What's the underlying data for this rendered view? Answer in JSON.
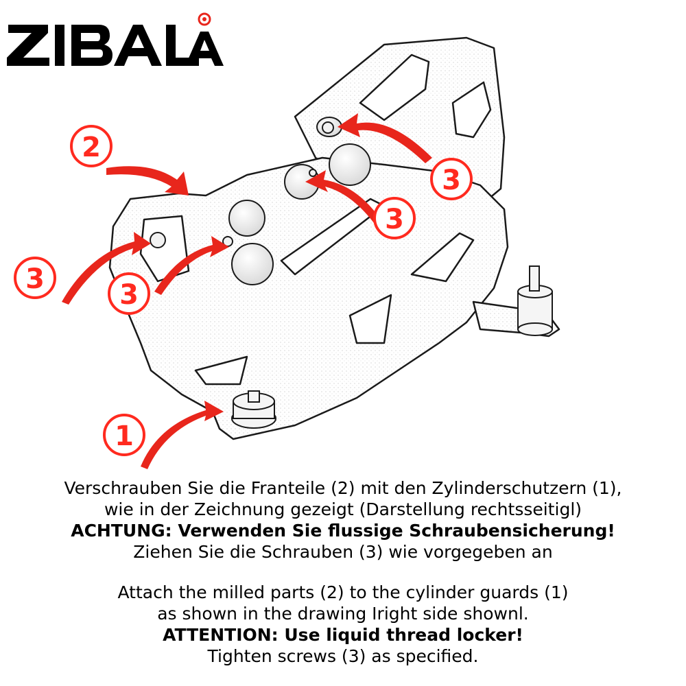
{
  "brand": {
    "logo_text": "ZIBALA",
    "accent_color": "#e8261c"
  },
  "diagram": {
    "callouts": [
      {
        "id": "callout-2",
        "label": "2"
      },
      {
        "id": "callout-3-top-right",
        "label": "3"
      },
      {
        "id": "callout-3-middle-right",
        "label": "3"
      },
      {
        "id": "callout-3-left",
        "label": "3"
      },
      {
        "id": "callout-3-center-left",
        "label": "3"
      },
      {
        "id": "callout-1",
        "label": "1"
      }
    ],
    "arrow_color": "#e8261c"
  },
  "instructions_de": {
    "line1": "Verschrauben Sie die Franteile (2)  mit den Zylinderschutzern (1),",
    "line2": "wie  in der Zeichnung gezeigt  (Darstellung rechtsseitigl)",
    "line3": "ACHTUNG:  Verwenden Sie flussige  Schraubensicherung!",
    "line4": "Ziehen Sie die Schrauben (3) wie  vorgegeben an"
  },
  "instructions_en": {
    "line1": "Attach the milled parts (2) to the  cylinder guards (1)",
    "line2": "as shown in the  drawing Iright side shownl.",
    "line3": "ATTENTION:  Use liquid thread  locker!",
    "line4": "Tighten screws (3) as specified."
  }
}
